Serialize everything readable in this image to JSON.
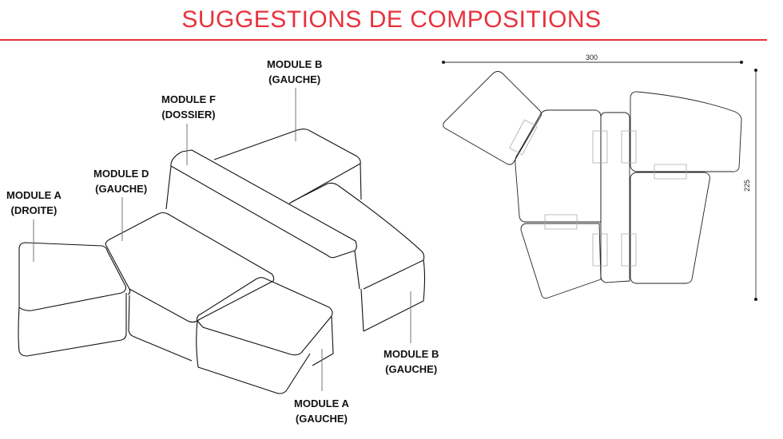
{
  "header": {
    "title": "SUGGESTIONS DE COMPOSITIONS",
    "accent_color": "#e8323c"
  },
  "isometric_view": {
    "labels": [
      {
        "id": "module-a-droite",
        "line1": "MODULE A",
        "line2": "(DROITE)"
      },
      {
        "id": "module-d-gauche",
        "line1": "MODULE D",
        "line2": "(GAUCHE)"
      },
      {
        "id": "module-f-dossier",
        "line1": "MODULE F",
        "line2": "(DOSSIER)"
      },
      {
        "id": "module-b-gauche-top",
        "line1": "MODULE B",
        "line2": "(GAUCHE)"
      },
      {
        "id": "module-b-gauche-right",
        "line1": "MODULE B",
        "line2": "(GAUCHE)"
      },
      {
        "id": "module-a-gauche",
        "line1": "MODULE A",
        "line2": "(GAUCHE)"
      }
    ]
  },
  "plan_view": {
    "width_dimension": "300",
    "depth_dimension": "225"
  }
}
